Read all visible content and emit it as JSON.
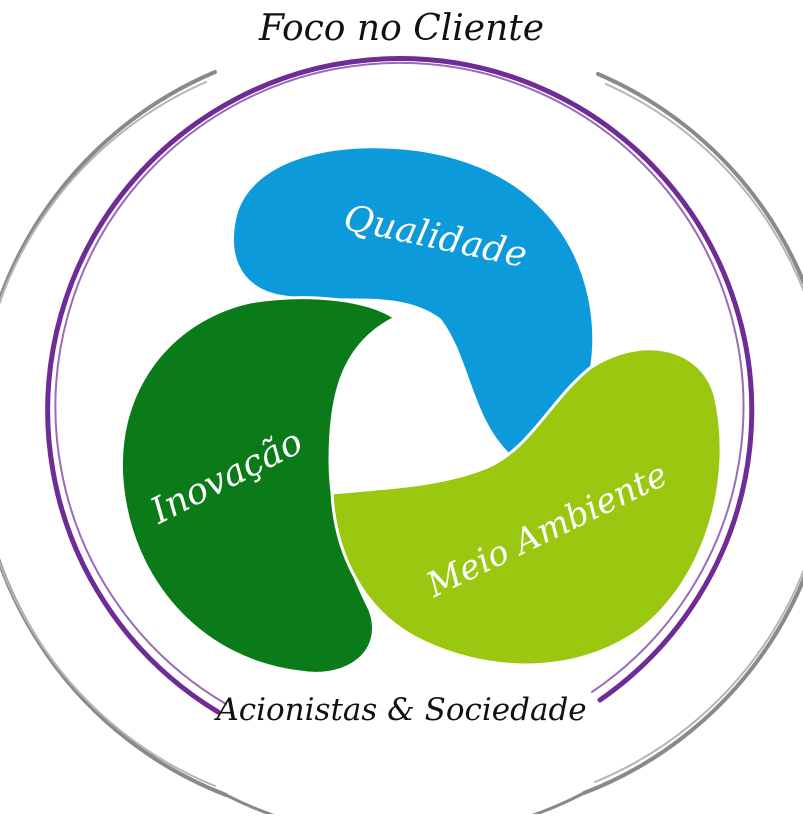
{
  "diagram": {
    "top_label": "Foco no Cliente",
    "bottom_label": "Acionistas & Sociedade",
    "segments": [
      {
        "label": "Qualidade",
        "color": "#0D9ADB"
      },
      {
        "label": "Inovação",
        "color": "#0B7A19"
      },
      {
        "label": "Meio Ambiente",
        "color": "#9AC70F"
      }
    ],
    "ring_colors": {
      "outer": "#8A8A8A",
      "inner": "#6F2B96"
    },
    "text_colors": {
      "captions": "#111111",
      "segments": "#FFFFFF"
    }
  }
}
